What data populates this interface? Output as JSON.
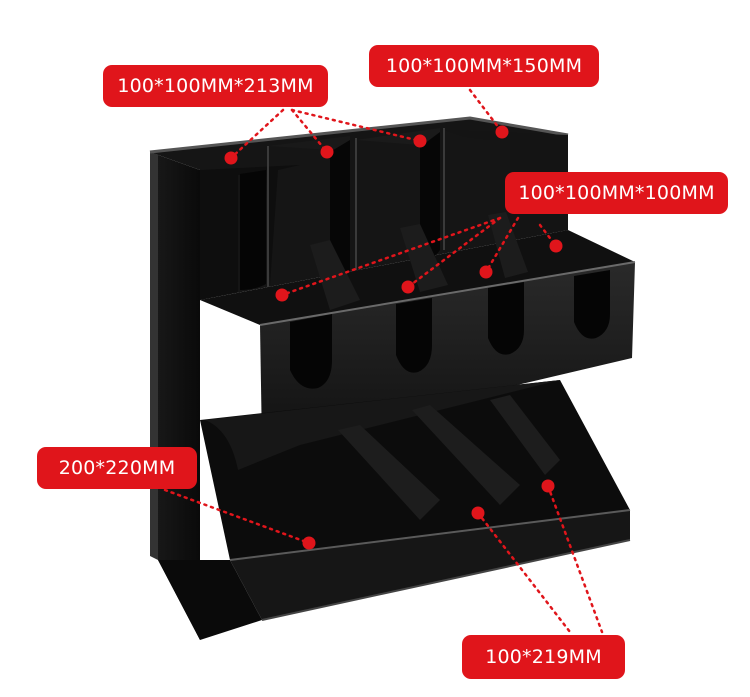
{
  "image": {
    "subject": "black acrylic multi-compartment organizer",
    "background_color": "#ffffff",
    "accent_color": "#e0151b"
  },
  "labels": {
    "top_left": "100*100MM*213MM",
    "top_right": "100*100MM*150MM",
    "middle_right": "100*100MM*100MM",
    "left": "200*220MM",
    "bottom": "100*219MM"
  }
}
